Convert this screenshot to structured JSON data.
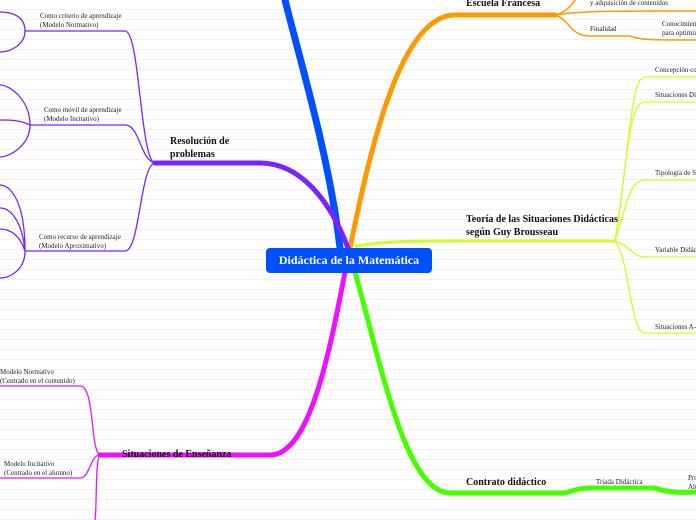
{
  "center": {
    "title": "Didáctica de la Matemática"
  },
  "colors": {
    "blue": "#0050ff",
    "orange": "#ff9900",
    "lime": "#ccff22",
    "purple": "#7a22ff",
    "magenta": "#ee11ff",
    "green": "#44ff00"
  },
  "branches": {
    "escuela": {
      "title": "Escuela Francesa",
      "child1": "y adquisición de contenidos",
      "child2": "Finalidad",
      "child2_sub": "Conocimien\npara optimiz"
    },
    "teoria": {
      "title": "Teoría de las Situaciones Didácticas según Guy Brousseau",
      "children": [
        "Concepción co",
        "Situaciones Di",
        "Tipología de S",
        "Variable Didác",
        "Situaciones A-"
      ]
    },
    "resolucion": {
      "title": "Resolución de problemas",
      "children": [
        "Como criterio de aprendizaje (Modelo Normativo)",
        "Como móvil de aprendizaje (Modelo Incitativo)",
        "Como recurso de aprendizaje (Modelo Aproximativo)"
      ]
    },
    "situaciones": {
      "title": "Situaciones de Enseñanza",
      "children": [
        "Modelo Normativo (Centrado en el contenido)",
        "Modelo Incitativo (Centrado en el alumno)"
      ]
    },
    "contrato": {
      "title": "Contrato didáctico",
      "child1": "Triada Didáctica",
      "child1_sub": "Pro\nAlu"
    }
  }
}
